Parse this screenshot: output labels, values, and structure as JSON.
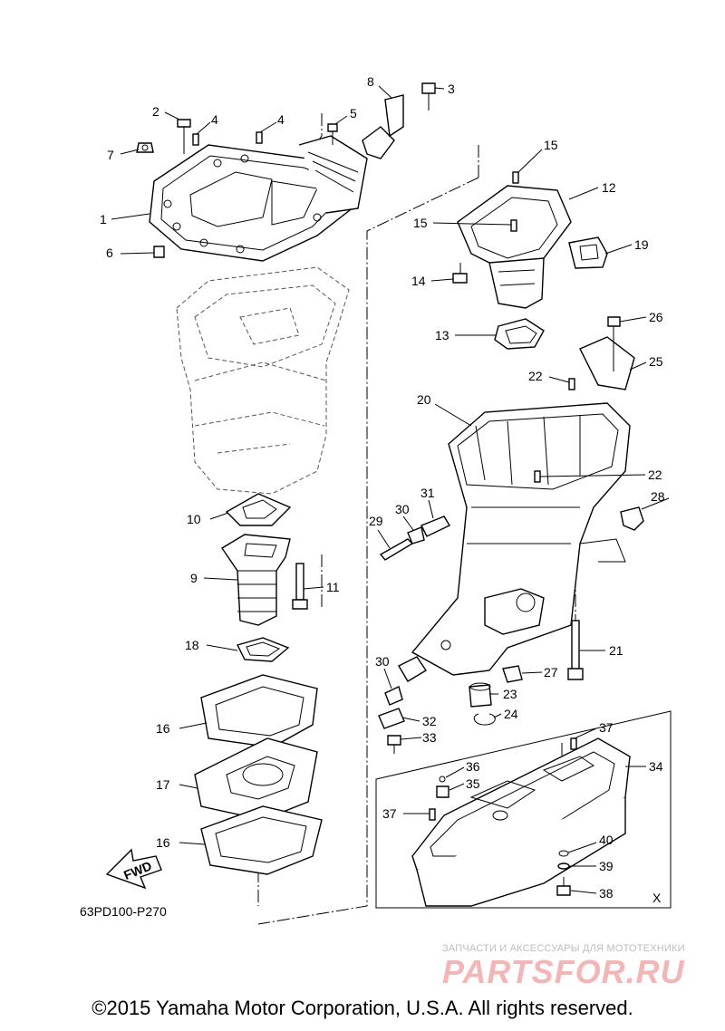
{
  "diagram": {
    "drawing_code": "63PD100-P270",
    "fwd_label": "FWD",
    "section_label": "X",
    "copyright": "©2015 Yamaha Motor Corporation, U.S.A. All rights reserved.",
    "watermark": {
      "caption": "ЗАПЧАСТИ И АКСЕССУАРЫ ДЛЯ МОТОТЕХНИКИ",
      "logo": "PARTSFOR.RU"
    },
    "callouts": [
      {
        "id": "c1",
        "number": "1"
      },
      {
        "id": "c2",
        "number": "2"
      },
      {
        "id": "c3",
        "number": "3"
      },
      {
        "id": "c4a",
        "number": "4"
      },
      {
        "id": "c4b",
        "number": "4"
      },
      {
        "id": "c5",
        "number": "5"
      },
      {
        "id": "c6",
        "number": "6"
      },
      {
        "id": "c7",
        "number": "7"
      },
      {
        "id": "c8",
        "number": "8"
      },
      {
        "id": "c9",
        "number": "9"
      },
      {
        "id": "c10",
        "number": "10"
      },
      {
        "id": "c11",
        "number": "11"
      },
      {
        "id": "c12",
        "number": "12"
      },
      {
        "id": "c13",
        "number": "13"
      },
      {
        "id": "c14",
        "number": "14"
      },
      {
        "id": "c15a",
        "number": "15"
      },
      {
        "id": "c15b",
        "number": "15"
      },
      {
        "id": "c16a",
        "number": "16"
      },
      {
        "id": "c16b",
        "number": "16"
      },
      {
        "id": "c17",
        "number": "17"
      },
      {
        "id": "c18",
        "number": "18"
      },
      {
        "id": "c19",
        "number": "19"
      },
      {
        "id": "c20",
        "number": "20"
      },
      {
        "id": "c21",
        "number": "21"
      },
      {
        "id": "c22a",
        "number": "22"
      },
      {
        "id": "c22b",
        "number": "22"
      },
      {
        "id": "c23",
        "number": "23"
      },
      {
        "id": "c24",
        "number": "24"
      },
      {
        "id": "c25",
        "number": "25"
      },
      {
        "id": "c26",
        "number": "26"
      },
      {
        "id": "c27",
        "number": "27"
      },
      {
        "id": "c28",
        "number": "28"
      },
      {
        "id": "c29",
        "number": "29"
      },
      {
        "id": "c30a",
        "number": "30"
      },
      {
        "id": "c30b",
        "number": "30"
      },
      {
        "id": "c31",
        "number": "31"
      },
      {
        "id": "c32",
        "number": "32"
      },
      {
        "id": "c33",
        "number": "33"
      },
      {
        "id": "c34",
        "number": "34"
      },
      {
        "id": "c35",
        "number": "35"
      },
      {
        "id": "c36",
        "number": "36"
      },
      {
        "id": "c37a",
        "number": "37"
      },
      {
        "id": "c37b",
        "number": "37"
      },
      {
        "id": "c38",
        "number": "38"
      },
      {
        "id": "c39",
        "number": "39"
      },
      {
        "id": "c40",
        "number": "40"
      }
    ]
  }
}
